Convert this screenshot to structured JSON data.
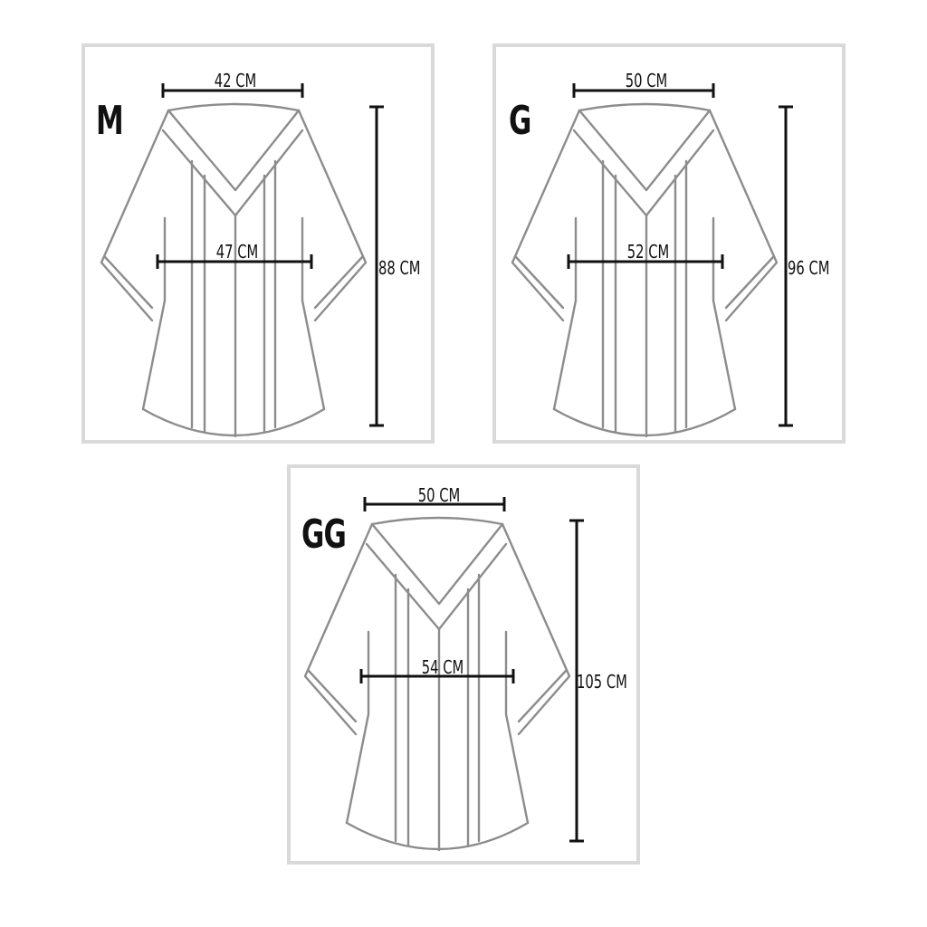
{
  "colors": {
    "outline": "#8c8c8c",
    "measure": "#111111",
    "frame": "#d9d9d9",
    "background": "#ffffff"
  },
  "panels": [
    {
      "size": "M",
      "shoulder": "42 CM",
      "chest": "47 CM",
      "length": "88 CM"
    },
    {
      "size": "G",
      "shoulder": "50 CM",
      "chest": "52 CM",
      "length": "96 CM"
    },
    {
      "size": "GG",
      "shoulder": "50 CM",
      "chest": "54 CM",
      "length": "105 CM"
    }
  ]
}
